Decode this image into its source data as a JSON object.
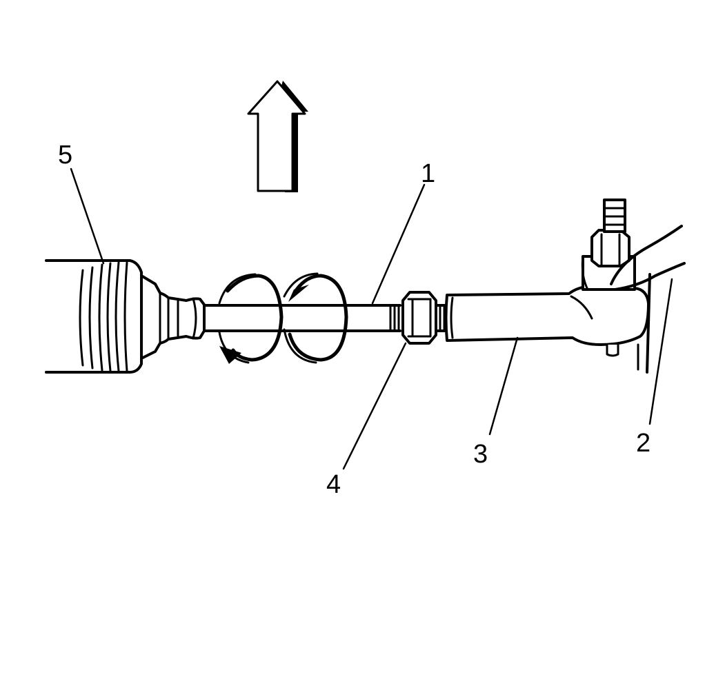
{
  "figure": {
    "callouts": [
      {
        "id": "1",
        "label": "1"
      },
      {
        "id": "2",
        "label": "2"
      },
      {
        "id": "3",
        "label": "3"
      },
      {
        "id": "4",
        "label": "4"
      },
      {
        "id": "5",
        "label": "5"
      }
    ],
    "direction_arrow": {
      "icon": "up-arrow-icon"
    },
    "rotation_indicators": [
      {
        "icon": "rotate-counterclockwise-icon"
      },
      {
        "icon": "rotate-clockwise-icon"
      }
    ],
    "colors": {
      "line": "#000000",
      "background": "#ffffff"
    }
  }
}
